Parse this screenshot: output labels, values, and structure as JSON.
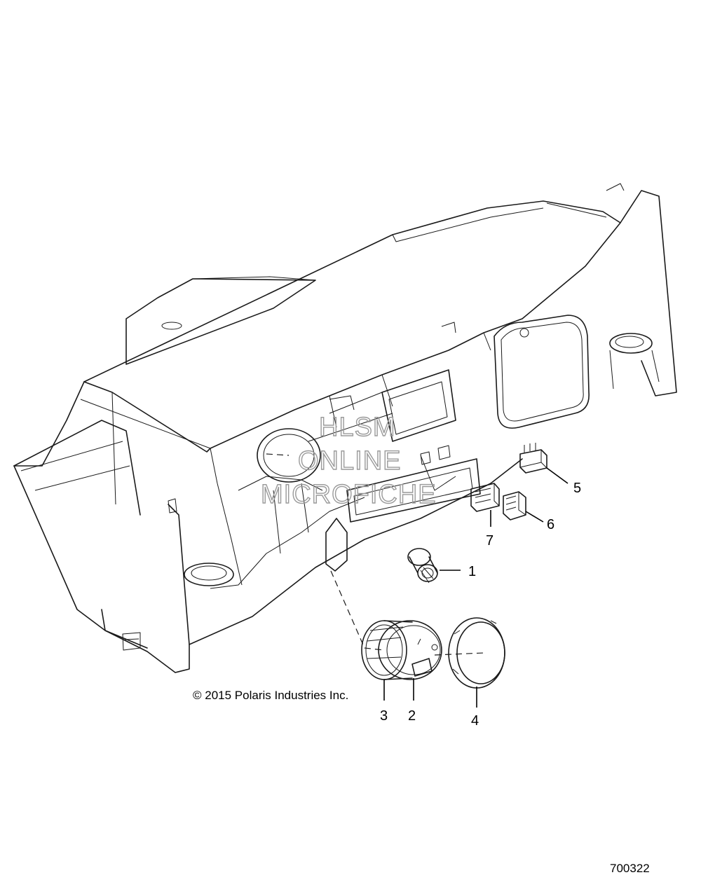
{
  "watermark": {
    "line1": "HLSM",
    "line2": "ONLINE",
    "line3": "MICROFICHE"
  },
  "callouts": [
    {
      "id": "1",
      "label": "1"
    },
    {
      "id": "2",
      "label": "2"
    },
    {
      "id": "3",
      "label": "3"
    },
    {
      "id": "4",
      "label": "4"
    },
    {
      "id": "5",
      "label": "5"
    },
    {
      "id": "6",
      "label": "6"
    },
    {
      "id": "7",
      "label": "7"
    }
  ],
  "copyright": "© 2015 Polaris Industries Inc.",
  "figure_number": "700322"
}
